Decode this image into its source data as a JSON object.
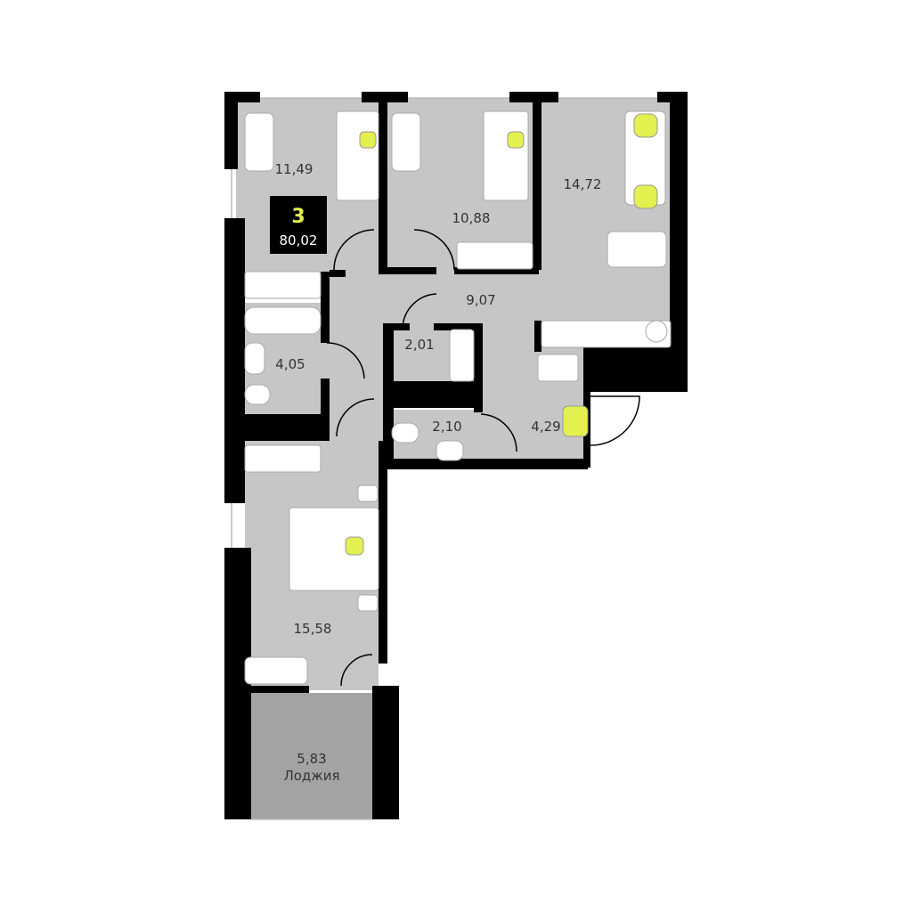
{
  "summary": {
    "rooms": "3",
    "total_area": "80,02"
  },
  "rooms": [
    {
      "name": "bedroom-1",
      "area": "11,49"
    },
    {
      "name": "bedroom-2",
      "area": "10,88"
    },
    {
      "name": "living-kitchen",
      "area": "14,72"
    },
    {
      "name": "hallway",
      "area": "9,07"
    },
    {
      "name": "storage",
      "area": "2,01"
    },
    {
      "name": "bathroom",
      "area": "4,05"
    },
    {
      "name": "wc",
      "area": "2,10"
    },
    {
      "name": "entrance",
      "area": "4,29"
    },
    {
      "name": "master-bedroom",
      "area": "15,58"
    },
    {
      "name": "loggia",
      "area": "5,83",
      "label": "Лоджия"
    }
  ],
  "colors": {
    "accent": "#e3f04f",
    "floor": "#c6c6c6",
    "loggia": "#a3a3a3",
    "wall": "#000000"
  }
}
